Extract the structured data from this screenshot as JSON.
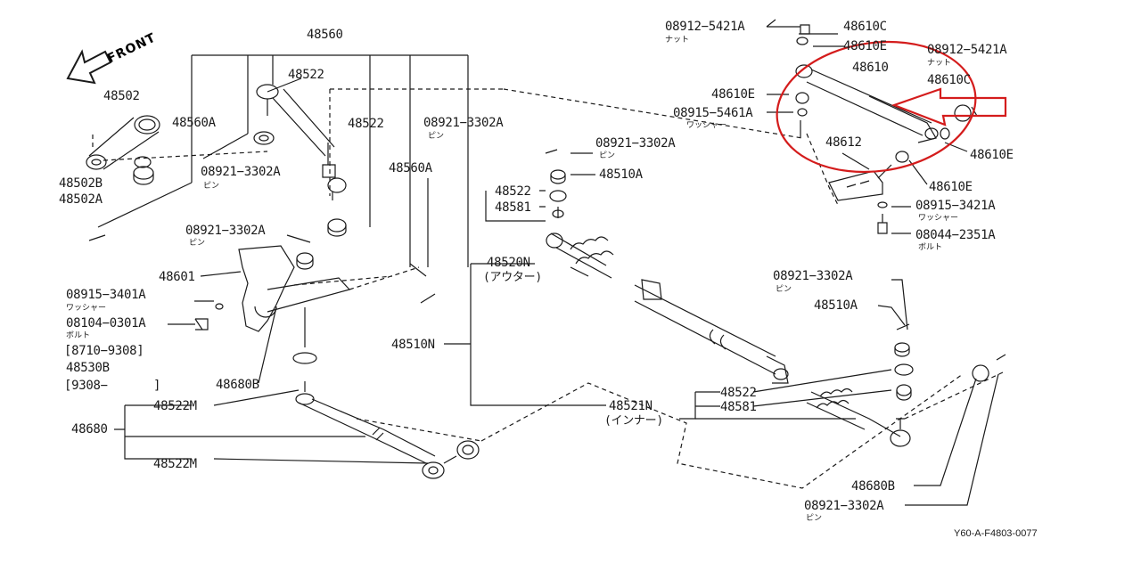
{
  "diagram": {
    "front_label": "FRONT",
    "figure_code": "Y60-A-F4803-0077",
    "colors": {
      "line": "#1a1a1a",
      "highlight": "#d41c1c"
    },
    "labels": {
      "p48560": "48560",
      "p48522_top": "48522",
      "p48502": "48502",
      "p48560A_left": "48560A",
      "p48522_mid": "48522",
      "p08921_3302A_top": "08921−3302A",
      "p48560A_mid": "48560A",
      "p48502B": "48502B",
      "p48502A": "48502A",
      "p08921_3302A_left": "08921−3302A",
      "p08921_3302A_pin": "08921−3302A",
      "p48601": "48601",
      "p08915_3401A": "08915−3401A",
      "p08104_0301A": "08104−0301A",
      "p8710_9308": "[8710−9308]",
      "p48530B": "48530B",
      "p9308": "[9308−",
      "p9308_close": "]",
      "p48680B_left": "48680B",
      "p48522M_top": "48522M",
      "p48680": "48680",
      "p48522M_bottom": "48522M",
      "p08921_3302A_center": "08921−3302A",
      "p48510A_center": "48510A",
      "p48522_center": "48522",
      "p48581_center": "48581",
      "p48520N": "48520N",
      "p48510N": "48510N",
      "p48521N": "48521N",
      "p08912_5421A_top": "08912−5421A",
      "p48610C_top": "48610C",
      "p48610E_top": "48610E",
      "p48610": "48610",
      "p48610E_left": "48610E",
      "p08915_5461A": "08915−5461A",
      "p08912_5421A_right": "08912−5421A",
      "p48610C_right": "48610C",
      "p48610E_right": "48610E",
      "p48612": "48612",
      "p48610E_bottom": "48610E",
      "p08915_3421A": "08915−3421A",
      "p08044_2351A": "08044−2351A",
      "p08921_3302A_right": "08921−3302A",
      "p48510A_right": "48510A",
      "p48522_right": "48522",
      "p48581_right": "48581",
      "p48680B_right": "48680B",
      "p08921_3302A_bottom": "08921−3302A"
    },
    "sublabels": {
      "nut_top": "ナット",
      "nut_right": "ナット",
      "washer_5461": "ワッシャー",
      "pin_top": "ピン",
      "pin_left": "ピン",
      "pin_mid": "ピン",
      "washer_3401": "ワッシャー",
      "bolt_0301": "ボルト",
      "pin_center": "ピン",
      "outer": "(アウター)",
      "inner": "(インナー)",
      "washer_3421": "ワッシャー",
      "bolt_2351": "ボルト",
      "pin_right": "ピン",
      "pin_bottom": "ピン"
    }
  }
}
